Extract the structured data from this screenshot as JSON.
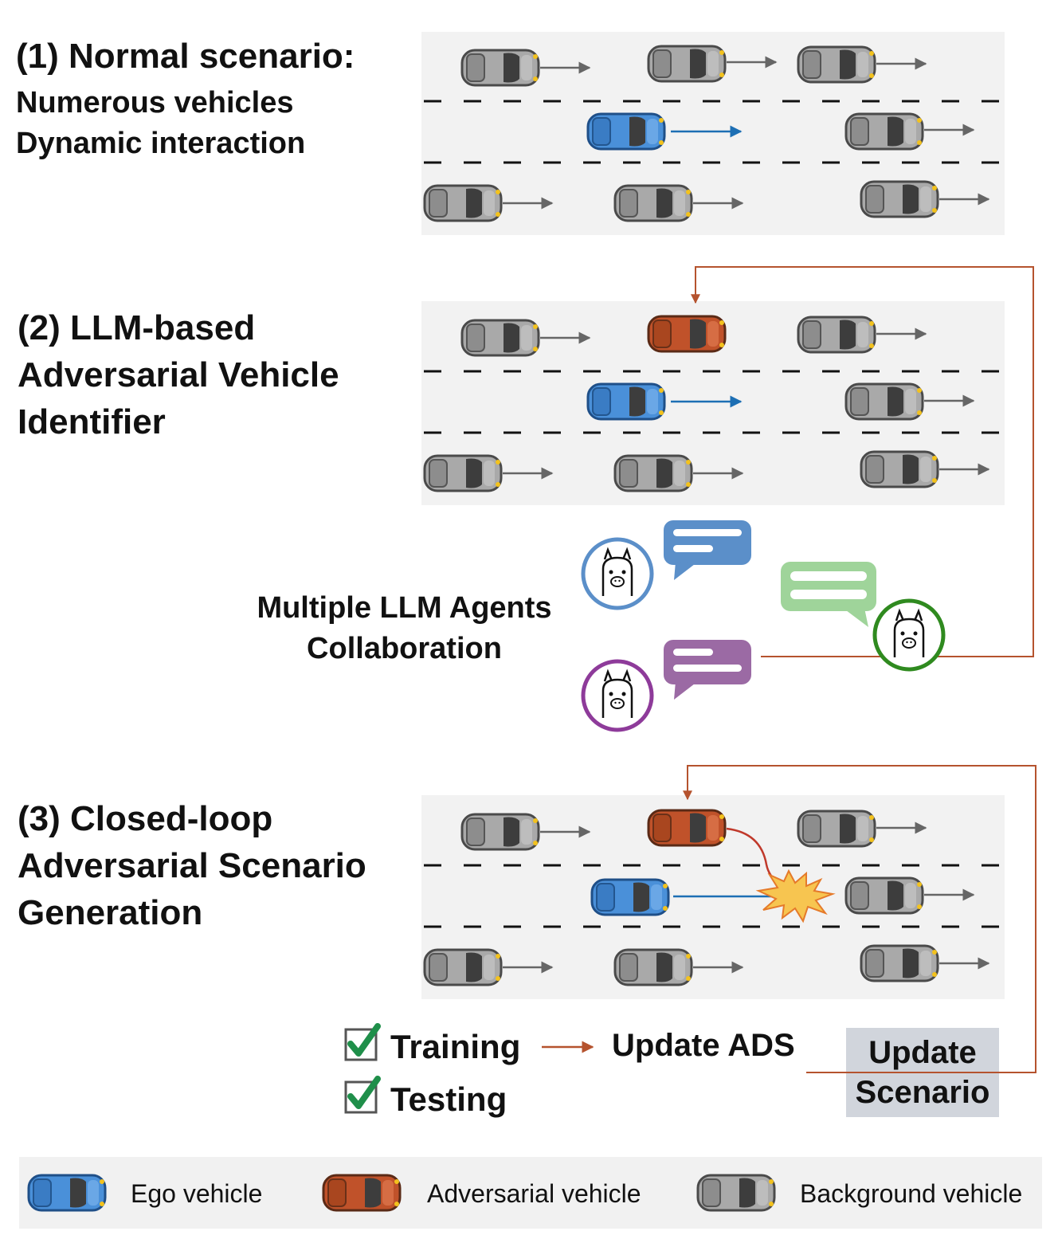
{
  "section1": {
    "title": "(1) Normal scenario:",
    "line1": "Numerous vehicles",
    "line2": "Dynamic interaction"
  },
  "section2": {
    "line1": "(2) LLM-based",
    "line2": "Adversarial Vehicle",
    "line3": "Identifier",
    "agents_line1": "Multiple LLM Agents",
    "agents_line2": "Collaboration"
  },
  "section3": {
    "line1": "(3) Closed-loop",
    "line2": "Adversarial Scenario",
    "line3": "Generation",
    "training": "Training",
    "testing": "Testing",
    "update_ads": "Update ADS",
    "update_scenario_line1": "Update",
    "update_scenario_line2": "Scenario"
  },
  "legend": {
    "ego": "Ego vehicle",
    "adversarial": "Adversarial vehicle",
    "background": "Background vehicle"
  },
  "colors": {
    "ego": "#4a90d9",
    "adversarial": "#c0522a",
    "background": "#a7a7a7",
    "loop_arrow": "#b5532e",
    "ego_arrow": "#1d6fb4",
    "agent_blue": "#5b8fc9",
    "agent_green": "#7fc47f",
    "agent_purple": "#8e5a9a",
    "check": "#1f8f4a"
  }
}
